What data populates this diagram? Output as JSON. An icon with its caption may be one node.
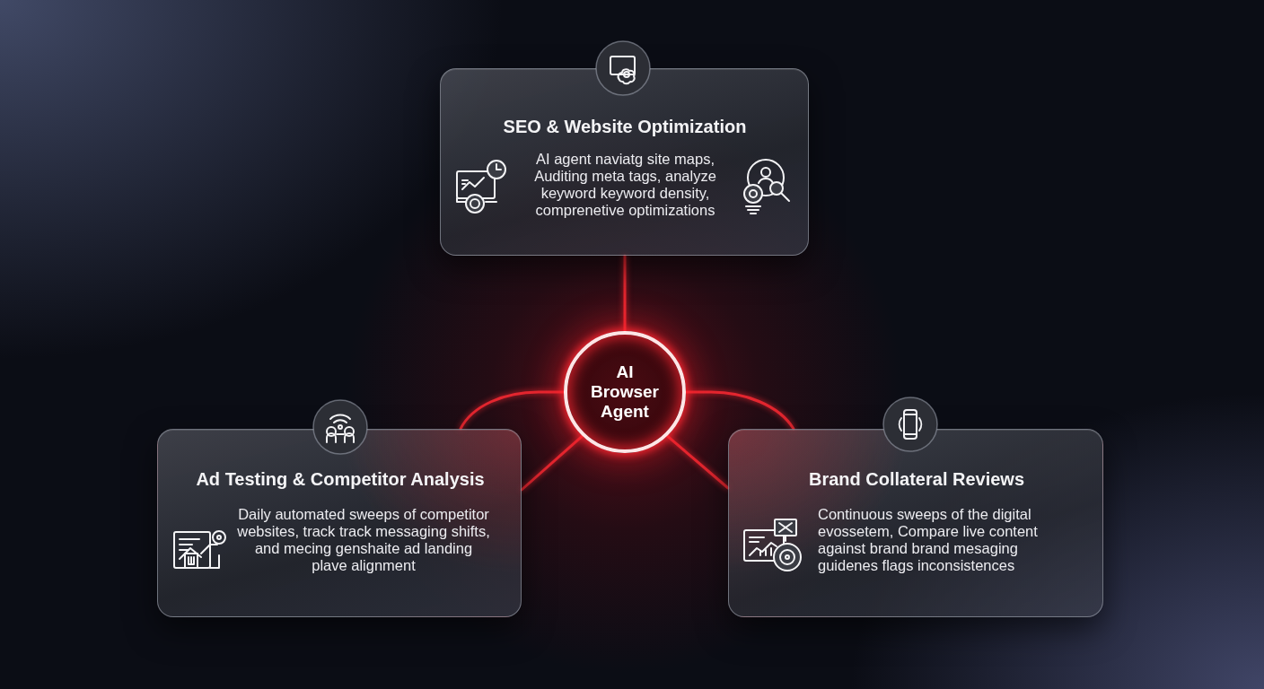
{
  "diagram": {
    "nodes": [
      {
        "text": [
          "SEO & Website Optimization",
          "AI agent naviatg site maps, Auditing meta tags, analyze keyword keyword density, comprenetive optimizations"
        ]
      },
      {
        "text": [
          "AI Browser Agent"
        ]
      },
      {
        "text": [
          "Ad Testing & Competitor Analysis",
          "Daily automated sweeps of competitor websites, track track messaging shifts, and mecing genshaite ad landing plave alignment"
        ]
      },
      {
        "text": [
          "Brand Collateral Reviews",
          "Continuous sweeps of the digital evossetem, Compare live content against brand brand mesaging guidenes flags inconsistences"
        ]
      }
    ],
    "edges": [
      {
        "from": 1,
        "to": 0,
        "arrow": "none"
      },
      {
        "from": 1,
        "to": 2,
        "arrow": "none"
      },
      {
        "from": 1,
        "to": 2,
        "arrow": "none"
      },
      {
        "from": 1,
        "to": 3,
        "arrow": "none"
      },
      {
        "from": 1,
        "to": 3,
        "arrow": "none"
      }
    ]
  }
}
